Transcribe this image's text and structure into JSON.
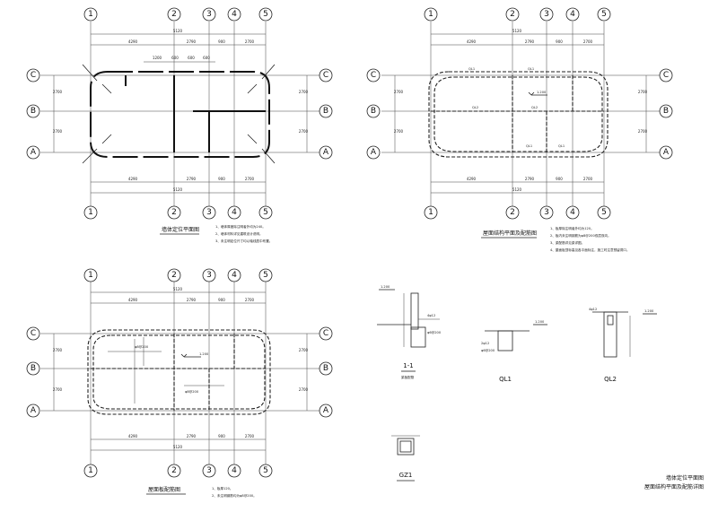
{
  "axes": {
    "cols": [
      "1",
      "2",
      "3",
      "4",
      "5"
    ],
    "rows": [
      "C",
      "B",
      "A"
    ]
  },
  "plan1": {
    "title": "墙体定位平面图",
    "dims_top": [
      "1200",
      "600",
      "600",
      "600"
    ],
    "dims_total": "5120",
    "dims_bottom": [
      "4290",
      "2790",
      "900",
      "2700"
    ],
    "dims_side": [
      "2700",
      "2700"
    ],
    "notes": [
      "1、墙体厚度除注明者外均为240。",
      "2、墙体材料详见建筑设计说明。",
      "3、未注明定位尺寸均以轴线居中布置。"
    ]
  },
  "plan2": {
    "title": "屋面结构平面及配筋图",
    "labels": [
      "QL1",
      "QL1",
      "QL2",
      "QL2",
      "QL1",
      "QL1",
      "1.200"
    ],
    "notes": [
      "1、板厚除注明者外均为120。",
      "2、板内未注明钢筋为φ8@200双层双向。",
      "3、梁配筋详见梁详图。",
      "4、屋面板顶标高见各平面标注，施工时注意预留洞口。"
    ]
  },
  "plan3": {
    "title": "屋面板配筋图",
    "labels": [
      "1.200",
      "φ8@200",
      "φ8@200"
    ],
    "notes": [
      "1、板厚120。",
      "2、未注明钢筋均为φ8@200。"
    ]
  },
  "details": {
    "d1": "1-1",
    "d1_sub": "梁板配筋",
    "ql1": "QL1",
    "ql2": "QL2",
    "gz1": "GZ1",
    "elev": [
      "1.200",
      "1.200",
      "1.200"
    ],
    "bars": [
      "4φ12",
      "φ6@200",
      "2φ12",
      "φ6@200",
      "4φ12"
    ]
  },
  "caption": {
    "line1": "墙体定位平面图",
    "line2": "屋面结构平面及配筋详图"
  }
}
